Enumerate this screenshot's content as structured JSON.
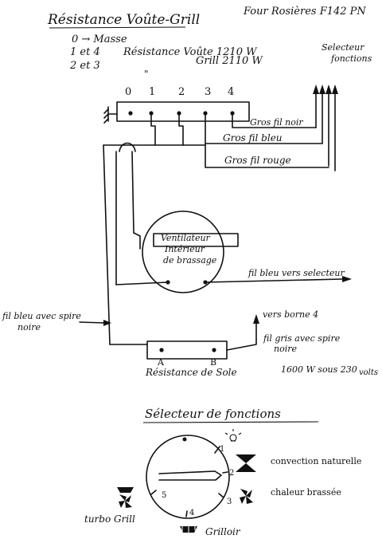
{
  "header": {
    "title": "Résistance Voûte-Grill",
    "model": "Four Rosières F142 PN"
  },
  "legend": {
    "line1_left": "0 → Masse",
    "line2_left": "1 et 4",
    "line2_mid": "Résistance Voûte 1210 W",
    "line3_left": "2 et 3",
    "line3_mid": "Grill 2110 W",
    "ditto": "\""
  },
  "terminals": [
    "0",
    "1",
    "2",
    "3",
    "4"
  ],
  "labels": {
    "selector": "Selecteur fonctions",
    "wire_black": "Gros fil noir",
    "wire_blue": "Gros fil bleu",
    "wire_red": "Gros fil rouge",
    "fan": "Ventilateur Intérieur de brassage",
    "blue_to_selector": "fil bleu vers selecteur",
    "blue_spiral": "fil bleu avec spire noire",
    "to_terminal4": "vers borne 4",
    "grey_spiral": "fil gris avec spire noire",
    "terminal_a": "A",
    "terminal_b": "B",
    "sole": "Résistance de Sole",
    "sole_power": "1600 W sous 230 volts"
  },
  "selector_section": {
    "title": "Sélecteur de fonctions",
    "positions": [
      "1",
      "2",
      "3",
      "4",
      "5"
    ],
    "functions": {
      "natural": "convection naturelle",
      "fan": "chaleur brassée",
      "grill": "Grilloir",
      "turbo": "turbo Grill"
    }
  }
}
